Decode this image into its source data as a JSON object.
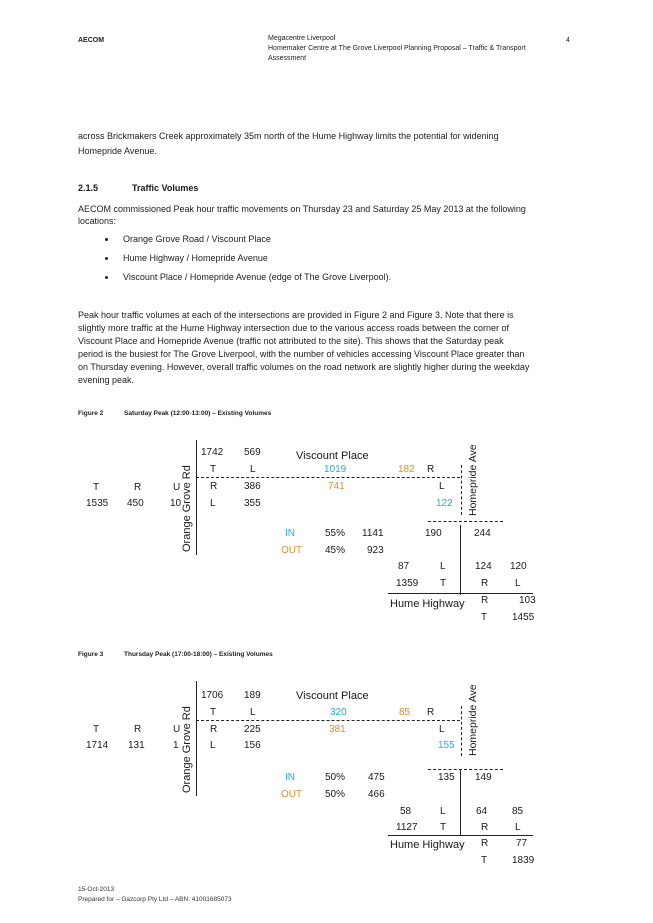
{
  "header": {
    "company": "AECOM",
    "doc_title": "Megacentre Liverpool",
    "doc_subtitle_line1": "Homemaker Centre at The Grove Liverpool Planning Proposal – Traffic & Transport",
    "doc_subtitle_line2": "Assessment",
    "page_number": "4"
  },
  "body": {
    "para1_line1": "across Brickmakers Creek approximately 35m north of the Hume Highway limits the potential for widening",
    "para1_line2": "Homepride Avenue.",
    "section_number": "2.1.5",
    "section_title": "Traffic Volumes",
    "para2_line1": "AECOM commissioned Peak hour traffic movements on Thursday 23 and Saturday 25 May 2013 at the following",
    "para2_line2": "locations:",
    "bullets": [
      "Orange Grove Road / Viscount Place",
      "Hume Highway / Homepride Avenue",
      "Viscount Place / Homepride Avenue (edge of The Grove Liverpool)."
    ],
    "para3_lines": [
      "Peak hour traffic volumes at each of the intersections are provided in Figure 2 and Figure 3.  Note that there is",
      "slightly more traffic at the Hume Highway intersection due to the various access roads between the corner of",
      "Viscount Place and Homepride Avenue (traffic not attributed to the site). This shows that the Saturday peak",
      "period is the busiest for The Grove Liverpool, with the number of vehicles accessing Viscount Place greater than",
      "on Thursday evening. However, overall traffic volumes on the road network are slightly higher during the weekday",
      "evening peak."
    ]
  },
  "figures": [
    {
      "caption_label": "Figure 2",
      "caption_text": "Saturday Peak (12:00-13:00) – Existing Volumes",
      "orange_grove_label": "Orange Grove Rd",
      "viscount_label": "Viscount Place",
      "homepride_label": "Homepride Ave",
      "hume_label": "Hume Highway",
      "top_left_vals": [
        "1742",
        "569"
      ],
      "top_left_moves": [
        "T",
        "L"
      ],
      "og_moves": [
        "T",
        "R",
        "U"
      ],
      "og_vals": [
        "1535",
        "450",
        "10"
      ],
      "vp_left_moves": [
        "R",
        "L"
      ],
      "vp_left_vals": [
        "386",
        "355"
      ],
      "vp_in_top": "1019",
      "vp_out_top": "182",
      "vp_top_move": "R",
      "vp_mid_orange": "741",
      "hp_move": "L",
      "hp_blue": "122",
      "in_label": "IN",
      "out_label": "OUT",
      "in_pct": "55%",
      "out_pct": "45%",
      "in_val": "1141",
      "out_val": "923",
      "hp_left_val": "190",
      "hp_right_val": "244",
      "hh_row1": [
        "87",
        "L",
        "124",
        "120"
      ],
      "hh_row2": [
        "1359",
        "T",
        "R",
        "L"
      ],
      "hh_r_move": "R",
      "hh_r_val": "103",
      "hh_t_move": "T",
      "hh_t_val": "1455"
    },
    {
      "caption_label": "Figure 3",
      "caption_text": "Thursday Peak (17:00-18:00) – Existing Volumes",
      "orange_grove_label": "Orange Grove Rd",
      "viscount_label": "Viscount Place",
      "homepride_label": "Homepride Ave",
      "hume_label": "Hume Highway",
      "top_left_vals": [
        "1706",
        "189"
      ],
      "top_left_moves": [
        "T",
        "L"
      ],
      "og_moves": [
        "T",
        "R",
        "U"
      ],
      "og_vals": [
        "1714",
        "131",
        "1"
      ],
      "vp_left_moves": [
        "R",
        "L"
      ],
      "vp_left_vals": [
        "225",
        "156"
      ],
      "vp_in_top": "320",
      "vp_out_top": "85",
      "vp_top_move": "R",
      "vp_mid_orange": "381",
      "hp_move": "L",
      "hp_blue": "155",
      "in_label": "IN",
      "out_label": "OUT",
      "in_pct": "50%",
      "out_pct": "50%",
      "in_val": "475",
      "out_val": "466",
      "hp_left_val": "135",
      "hp_right_val": "149",
      "hh_row1": [
        "58",
        "L",
        "64",
        "85"
      ],
      "hh_row2": [
        "1127",
        "T",
        "R",
        "L"
      ],
      "hh_r_move": "R",
      "hh_r_val": "77",
      "hh_t_move": "T",
      "hh_t_val": "1839"
    }
  ],
  "footer": {
    "date": "15-Oct-2013",
    "prepared_for": "Prepared for – Gazcorp Pty Ltd – ABN: 41001685073"
  },
  "colors": {
    "in": "#29a9d6",
    "out": "#d9902c"
  }
}
